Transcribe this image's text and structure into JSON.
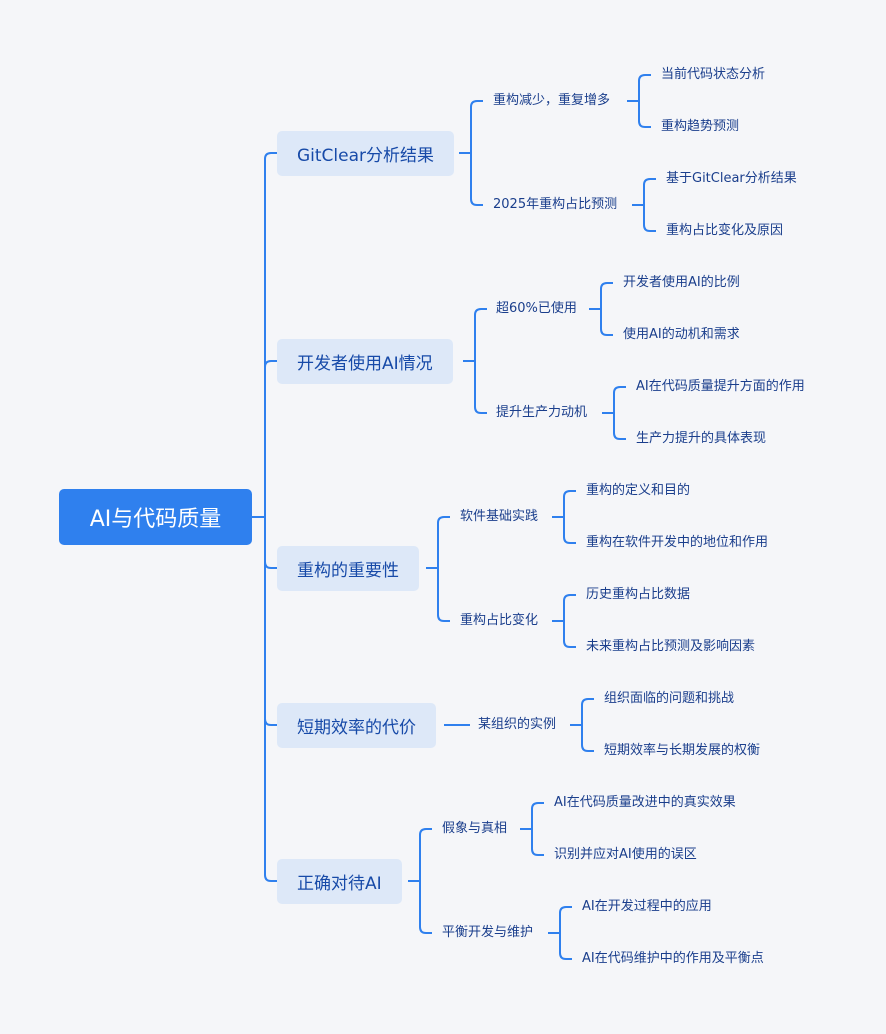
{
  "root": "AI与代码质量",
  "branches": [
    {
      "label": "GitClear分析结果",
      "children": [
        {
          "label": "重构减少，重复增多",
          "children": [
            "当前代码状态分析",
            "重构趋势预测"
          ]
        },
        {
          "label": "2025年重构占比预测",
          "children": [
            "基于GitClear分析结果",
            "重构占比变化及原因"
          ]
        }
      ]
    },
    {
      "label": "开发者使用AI情况",
      "children": [
        {
          "label": "超60%已使用",
          "children": [
            "开发者使用AI的比例",
            "使用AI的动机和需求"
          ]
        },
        {
          "label": "提升生产力动机",
          "children": [
            "AI在代码质量提升方面的作用",
            "生产力提升的具体表现"
          ]
        }
      ]
    },
    {
      "label": "重构的重要性",
      "children": [
        {
          "label": "软件基础实践",
          "children": [
            "重构的定义和目的",
            "重构在软件开发中的地位和作用"
          ]
        },
        {
          "label": "重构占比变化",
          "children": [
            "历史重构占比数据",
            "未来重构占比预测及影响因素"
          ]
        }
      ]
    },
    {
      "label": "短期效率的代价",
      "children": [
        {
          "label": "某组织的实例",
          "children": [
            "组织面临的问题和挑战",
            "短期效率与长期发展的权衡"
          ]
        }
      ]
    },
    {
      "label": "正确对待AI",
      "children": [
        {
          "label": "假象与真相",
          "children": [
            "AI在代码质量改进中的真实效果",
            "识别并应对AI使用的误区"
          ]
        },
        {
          "label": "平衡开发与维护",
          "children": [
            "AI在开发过程中的应用",
            "AI在代码维护中的作用及平衡点"
          ]
        }
      ]
    }
  ],
  "colors": {
    "root_bg": "#2f80ee",
    "branch_bg": "#dde8f8",
    "line": "#2f80ee",
    "text": "#1a3e8c"
  }
}
